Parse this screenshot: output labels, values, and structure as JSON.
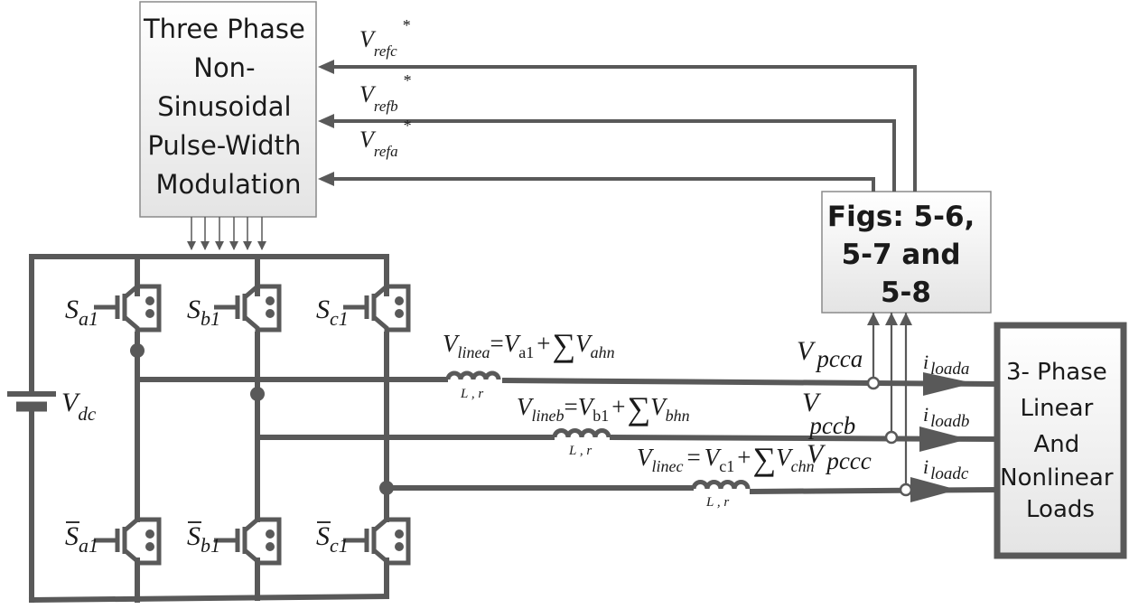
{
  "colors": {
    "wire": "#595959",
    "box_fill_top": "#ffffff",
    "box_fill_bottom": "#e6e6e6",
    "box_border": "#7f7f7f",
    "text": "#1a1a1a"
  },
  "pwm_block": {
    "lines": [
      "Three Phase",
      "Non-",
      "Sinusoidal",
      "Pulse-Width",
      "Modulation"
    ]
  },
  "figs_block": {
    "lines": [
      "Figs: 5-6,",
      "5-7 and",
      "5-8"
    ]
  },
  "loads_block": {
    "lines": [
      "3- Phase",
      "Linear",
      "And",
      "Nonlinear",
      "Loads"
    ]
  },
  "references": {
    "c": {
      "base": "V",
      "sub": "refc",
      "sup": "*"
    },
    "b": {
      "base": "V",
      "sub": "refb",
      "sup": "*"
    },
    "a": {
      "base": "V",
      "sub": "refa",
      "sup": "*"
    }
  },
  "switches": {
    "a_top": {
      "base": "S",
      "sub": "a1"
    },
    "b_top": {
      "base": "S",
      "sub": "b1"
    },
    "c_top": {
      "base": "S",
      "sub": "c1"
    },
    "a_bot": {
      "base": "S",
      "sub": "a1"
    },
    "b_bot": {
      "base": "S",
      "sub": "b1"
    },
    "c_bot": {
      "base": "S",
      "sub": "c1"
    }
  },
  "dc_source": {
    "base": "V",
    "sub": "dc"
  },
  "line_voltages": {
    "a": {
      "lhs_base": "V",
      "lhs_sub": "linea",
      "eq": "=",
      "v_base": "V",
      "v_sub": "a1",
      "plus": "+",
      "sum": "∑",
      "h_base": "V",
      "h_sub": "ahn"
    },
    "b": {
      "lhs_base": "V",
      "lhs_sub": "lineb",
      "eq": "=",
      "v_base": "V",
      "v_sub": "b1",
      "plus": "+",
      "sum": "∑",
      "h_base": "V",
      "h_sub": "bhn"
    },
    "c": {
      "lhs_base": "V",
      "lhs_sub": "linec",
      "eq": "=",
      "v_base": "V",
      "v_sub": "c1",
      "plus": "+",
      "sum": "∑",
      "h_base": "V",
      "h_sub": "chn"
    }
  },
  "inductor_label": "L , r",
  "pcc": {
    "a": {
      "base": "V",
      "sub": "pcca"
    },
    "b": {
      "base": "V",
      "sub": "pccb"
    },
    "c": {
      "base": "V",
      "sub": "pccc"
    }
  },
  "load_currents": {
    "a": {
      "base": "i",
      "sub": "loada"
    },
    "b": {
      "base": "i",
      "sub": "loadb"
    },
    "c": {
      "base": "i",
      "sub": "loadc"
    }
  }
}
